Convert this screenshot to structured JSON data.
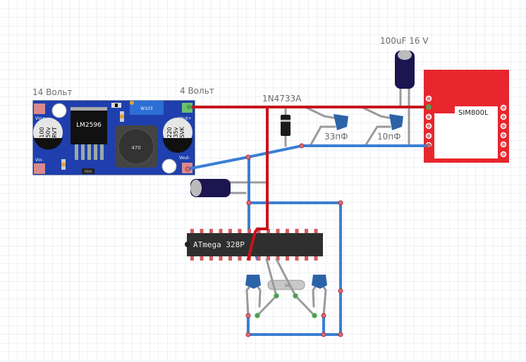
{
  "labels": {
    "input_voltage": "14 Вольт",
    "output_voltage": "4 Вольт",
    "diode": "1N4733A",
    "cap_large": "100uF 16 V",
    "cap_33": "33пФ",
    "cap_10": "10пФ"
  },
  "buck_module": {
    "chip": "LM2596",
    "pot": "W103",
    "inductor": "470",
    "cap_in": [
      "100",
      "50v",
      "RVT"
    ],
    "cap_out": [
      "220",
      "35v",
      "SVK"
    ],
    "diode": "SS34",
    "vin_plus": "Vin+",
    "vin_minus": "Vin-",
    "vout_plus": "Vout+",
    "vout_minus": "Vout-"
  },
  "gsm_module": {
    "name": "SIM800L"
  },
  "mcu": {
    "name": "ATmega 328P"
  },
  "crystal": {
    "marking": "M"
  },
  "colors": {
    "positive_wire": "#c8141b",
    "ground_wire": "#3a7fd4",
    "buck_board": "#1f3fae",
    "gsm_board": "#e8262e",
    "grid": "#dde3ee"
  }
}
